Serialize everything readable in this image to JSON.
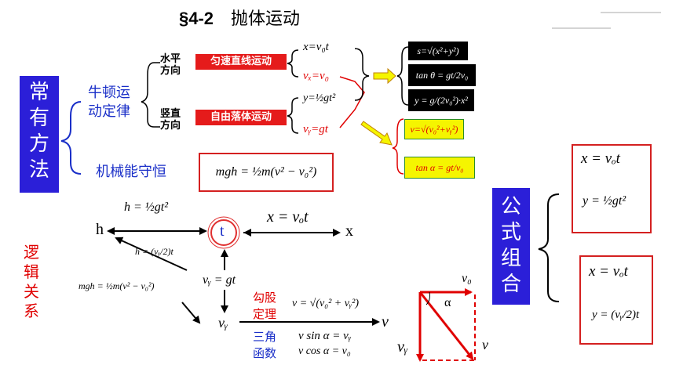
{
  "title": {
    "section": "§4-2",
    "name": "抛体运动"
  },
  "left_box": "常有方法",
  "newton": "牛顿运动定律",
  "energy": "机械能守恒",
  "horizontal": {
    "label": "水平方向",
    "motion": "匀速直线运动",
    "eq1": "x=v₀t",
    "eq2": "vₓ=v₀"
  },
  "vertical": {
    "label": "竖直方向",
    "motion": "自由落体运动",
    "eq1": "y=½gt²",
    "eq2": "vᵧ=gt"
  },
  "results": {
    "s": "s=√(x²+y²)",
    "tan_theta": "tan θ = gt/2v₀",
    "traj": "y = g/(2v₀²)·x²",
    "v": "v=√(v₀²+vᵧ²)",
    "tan_alpha": "tan α = gt/v₀"
  },
  "energy_eq": "mgh = ½m(v² − v₀²)",
  "logic_label": "逻辑关系",
  "network": {
    "h": "h",
    "x": "x",
    "t": "t",
    "h_eq": "h = ½gt²",
    "x_eq": "x = vₒt",
    "h_vy": "h = (vᵧ/2)t",
    "mgh": "mgh = ½m(v² − v₀²)",
    "vy_eq": "vᵧ = gt",
    "vy": "vᵧ",
    "v": "v",
    "pythag_label": "勾股定理",
    "pythag_eq": "v = √(v₀² + vᵧ²)",
    "trig_label": "三角函数",
    "trig_eq1": "v sin α = vᵧ",
    "trig_eq2": "v cos α = v₀"
  },
  "triangle": {
    "v0": "v₀",
    "alpha": "α",
    "vy": "vᵧ",
    "v": "v"
  },
  "formula_box": "公式组合",
  "combo1": {
    "eq1": "x = vₒt",
    "eq2": "y = ½gt²"
  },
  "combo2": {
    "eq1": "x = vₒt",
    "eq2": "y = (vᵧ/2)t"
  }
}
